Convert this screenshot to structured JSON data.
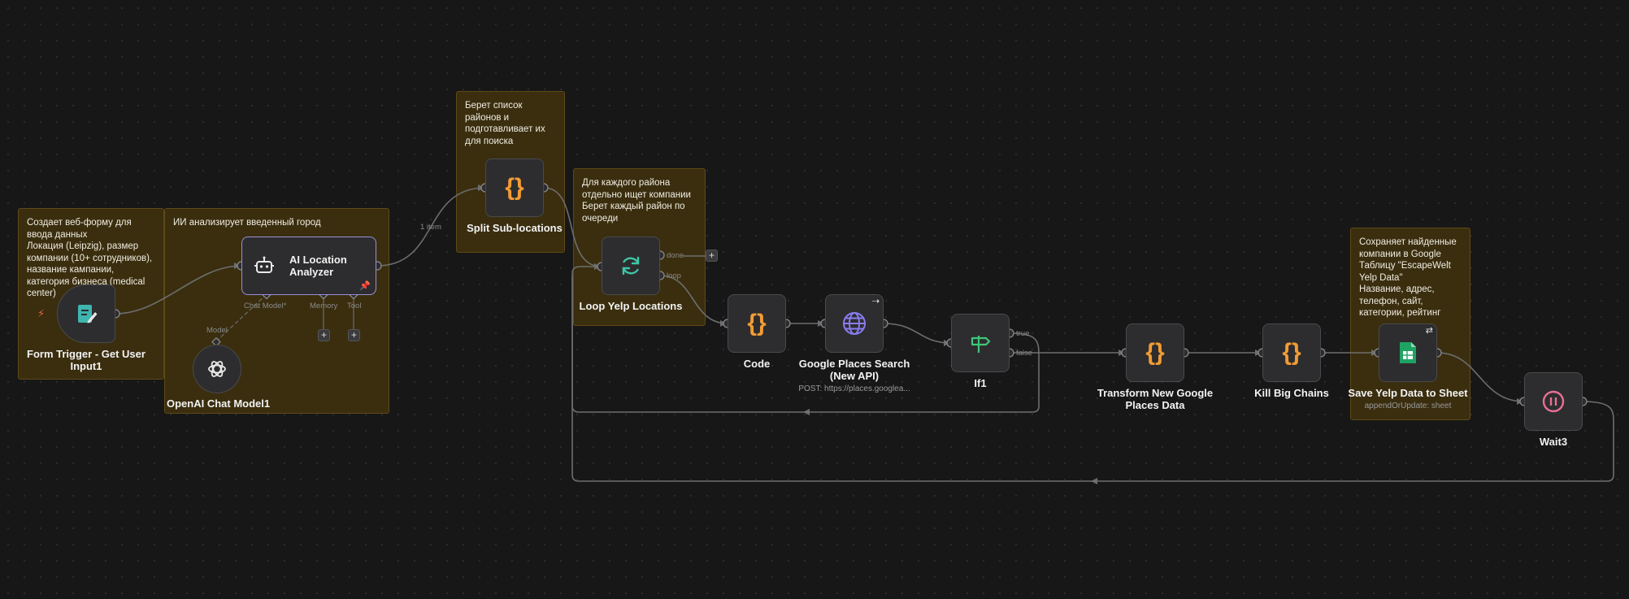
{
  "stickies": [
    {
      "id": "s1",
      "text": "Создает веб-форму для ввода данных\nЛокация (Leipzig), размер компании (10+ сотрудников), название кампании, категория бизнеса (medical center)"
    },
    {
      "id": "s2",
      "text": "ИИ анализирует введенный город"
    },
    {
      "id": "s3",
      "text": "Берет список районов и подготавливает их для поиска"
    },
    {
      "id": "s4",
      "text": "Для каждого района отдельно ищет компании\nБерет каждый район по очереди"
    },
    {
      "id": "s5",
      "text": "Сохраняет найденные компании в Google Таблицу \"EscapeWelt Yelp Data\"\nНазвание, адрес, телефон, сайт, категории, рейтинг"
    }
  ],
  "nodes": {
    "form_trigger": {
      "title": "Form Trigger - Get User Input1",
      "icon": "form-edit-icon"
    },
    "ai_analyzer": {
      "title": "AI Location Analyzer",
      "icon": "robot-icon"
    },
    "openai_model": {
      "title": "OpenAI Chat Model1",
      "icon": "openai-icon"
    },
    "split": {
      "title": "Split Sub-locations",
      "icon": "code-braces-icon"
    },
    "loop": {
      "title": "Loop Yelp Locations",
      "icon": "refresh-icon"
    },
    "code": {
      "title": "Code",
      "icon": "code-braces-icon"
    },
    "google_places": {
      "title": "Google Places Search (New API)",
      "subtitle": "POST: https://places.googlea...",
      "icon": "globe-icon"
    },
    "if1": {
      "title": "If1",
      "icon": "signpost-icon"
    },
    "transform": {
      "title": "Transform New Google Places Data",
      "icon": "code-braces-icon"
    },
    "kill_chains": {
      "title": "Kill Big Chains",
      "icon": "code-braces-icon"
    },
    "save_sheet": {
      "title": "Save Yelp Data to Sheet",
      "subtitle": "appendOrUpdate: sheet",
      "icon": "sheets-icon"
    },
    "wait3": {
      "title": "Wait3",
      "icon": "pause-icon"
    }
  },
  "ports": {
    "chat_model": "Chat Model*",
    "memory": "Memory",
    "tool": "Tool",
    "model": "Model",
    "done": "done",
    "loop": "loop",
    "true": "true",
    "false": "false"
  },
  "edge_labels": {
    "split_items": "1 item"
  },
  "colors": {
    "background": "#171717",
    "sticky_bg": "#3a2e0f",
    "code_orange": "#f39c34",
    "loop_teal": "#3ec7a8",
    "globe_purple": "#8a7cf2",
    "if_green": "#3ec77a",
    "sheets_green": "#1ea362",
    "wait_pink": "#e96f93",
    "agent_border": "#9b8fd6"
  }
}
